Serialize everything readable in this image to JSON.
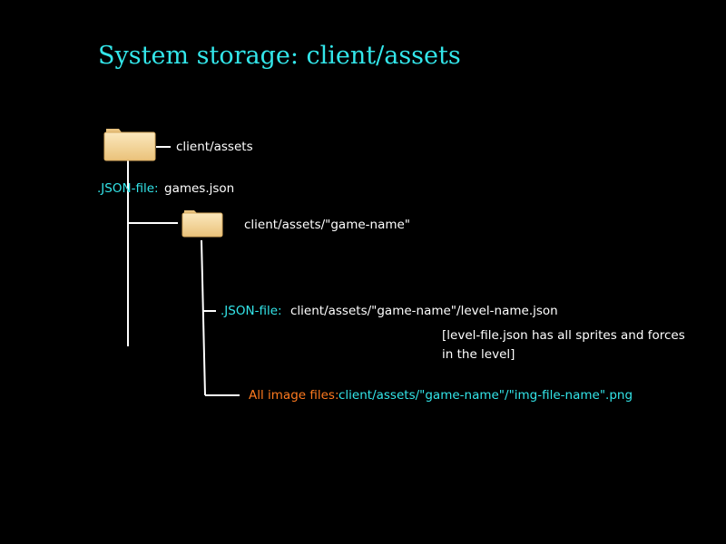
{
  "title": "System storage: client/assets",
  "root": {
    "path": "client/assets",
    "icon": "folder-icon"
  },
  "root_json": {
    "type_label": ".JSON-file:",
    "file": "games.json"
  },
  "game_folder": {
    "path": "client/assets/\"game-name\"",
    "icon": "folder-icon"
  },
  "level_json": {
    "type_label": ".JSON-file:",
    "file": "client/assets/\"game-name\"/level-name.json",
    "note": "[level-file.json has all sprites and forces in the level]"
  },
  "images": {
    "type_label": "All image files:",
    "path": "client/assets/\"game-name\"/\"img-file-name\".png"
  },
  "colors": {
    "background": "#000000",
    "accent_cyan": "#33e6ea",
    "accent_orange": "#ff7a1f",
    "text": "#ffffff",
    "folder": "#f5d9a0"
  }
}
